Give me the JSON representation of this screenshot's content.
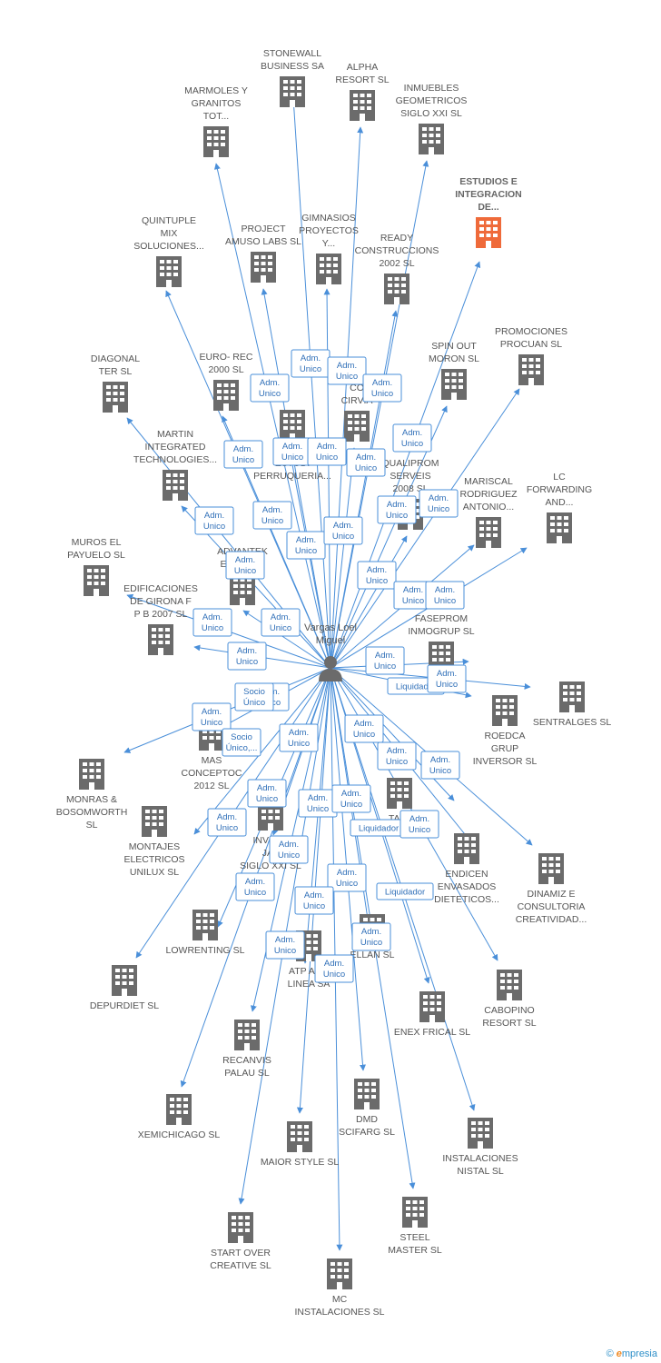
{
  "center": {
    "name_lines": [
      "Vargas Loel",
      "Miguel"
    ]
  },
  "colors": {
    "edge": "#4a8fd9",
    "building": "#6b6b6b",
    "focus_building": "#ef6a3a"
  },
  "nodes": [
    {
      "id": "stonewall",
      "lines": [
        "STONEWALL",
        "BUSINESS SA"
      ]
    },
    {
      "id": "alpha",
      "lines": [
        "ALPHA",
        "RESORT SL"
      ]
    },
    {
      "id": "marmoles",
      "lines": [
        "MARMOLES Y",
        "GRANITOS",
        "TOT..."
      ]
    },
    {
      "id": "inmuebles",
      "lines": [
        "INMUEBLES",
        "GEOMETRICOS",
        "SIGLO XXI SL"
      ]
    },
    {
      "id": "estudios",
      "lines": [
        "ESTUDIOS E",
        "INTEGRACION",
        "DE..."
      ],
      "focus": true
    },
    {
      "id": "quintuple",
      "lines": [
        "QUINTUPLE",
        "MIX",
        "SOLUCIONES..."
      ]
    },
    {
      "id": "project",
      "lines": [
        "PROJECT",
        "AMUSO LABS SL"
      ]
    },
    {
      "id": "gimnasios",
      "lines": [
        "GIMNASIOS",
        "PROYECTOS",
        "Y..."
      ]
    },
    {
      "id": "ready",
      "lines": [
        "READY",
        "CONSTRUCCIONS",
        "2002 SL"
      ]
    },
    {
      "id": "spinout",
      "lines": [
        "SPIN OUT",
        "MORON SL"
      ]
    },
    {
      "id": "promociones",
      "lines": [
        "PROMOCIONES",
        "PROCUAN SL"
      ]
    },
    {
      "id": "diagonal",
      "lines": [
        "DIAGONAL",
        "TER SL"
      ]
    },
    {
      "id": "euro",
      "lines": [
        "EURO- REC",
        "2000  SL"
      ]
    },
    {
      "id": "ls",
      "lines": [
        "LS",
        "ESTUDI",
        "PERRUQUERIA..."
      ]
    },
    {
      "id": "cirvia",
      "lines": [
        "CO",
        "CIRVIA"
      ]
    },
    {
      "id": "qualiprom",
      "lines": [
        "QUALIPROM",
        "SERVEIS",
        "2008 SL"
      ]
    },
    {
      "id": "martin",
      "lines": [
        "MARTIN",
        "INTEGRATED",
        "TECHNOLOGIES..."
      ]
    },
    {
      "id": "mariscal",
      "lines": [
        "MARISCAL",
        "RODRIGUEZ",
        "ANTONIO..."
      ]
    },
    {
      "id": "lc",
      "lines": [
        "LC",
        "FORWARDING",
        "AND..."
      ]
    },
    {
      "id": "muros",
      "lines": [
        "MUROS EL",
        "PAYUELO  SL"
      ]
    },
    {
      "id": "advantek",
      "lines": [
        "ADVANTEK",
        "ENVIR         SA"
      ]
    },
    {
      "id": "edificaciones",
      "lines": [
        "EDIFICACIONES",
        "DE GIRONA F",
        "P B 2007 SL"
      ]
    },
    {
      "id": "faseprom",
      "lines": [
        "FASEPROM",
        "INMOGRUP SL"
      ]
    },
    {
      "id": "sentralges",
      "lines": [
        "SENTRALGES SL"
      ]
    },
    {
      "id": "roedca",
      "lines": [
        "ROEDCA",
        "GRUP",
        "INVERSOR  SL"
      ]
    },
    {
      "id": "masconceptoc",
      "lines": [
        "MAS",
        "CONCEPTOC",
        "2012 SL"
      ]
    },
    {
      "id": "monras",
      "lines": [
        "MONRAS &",
        "BOSOMWORTH",
        "SL"
      ]
    },
    {
      "id": "montajes",
      "lines": [
        "MONTAJES",
        "ELECTRICOS",
        "UNILUX SL"
      ]
    },
    {
      "id": "invers",
      "lines": [
        "INVERS",
        "JAV",
        "SIGLO XXI SL"
      ]
    },
    {
      "id": "talleres",
      "lines": [
        "TALL"
      ]
    },
    {
      "id": "endicen",
      "lines": [
        "ENDICEN",
        "ENVASADOS",
        "DIETETICOS..."
      ]
    },
    {
      "id": "dinamiz",
      "lines": [
        "DINAMIZ E",
        "CONSULTORIA",
        "CREATIVIDAD..."
      ]
    },
    {
      "id": "lowrenting",
      "lines": [
        "LOWRENTING SL"
      ]
    },
    {
      "id": "depurdiet",
      "lines": [
        "DEPURDIET SL"
      ]
    },
    {
      "id": "atp",
      "lines": [
        "ATP AND",
        "LINEA SA"
      ]
    },
    {
      "id": "ellan",
      "lines": [
        "ELLAN  SL"
      ]
    },
    {
      "id": "cabopino",
      "lines": [
        "CABOPINO",
        "RESORT SL"
      ]
    },
    {
      "id": "enex",
      "lines": [
        "ENEX FRICAL SL"
      ]
    },
    {
      "id": "recanvis",
      "lines": [
        "RECANVIS",
        "PALAU SL"
      ]
    },
    {
      "id": "xemichicago",
      "lines": [
        "XEMICHICAGO SL"
      ]
    },
    {
      "id": "dmd",
      "lines": [
        "DMD",
        "SCIFARG SL"
      ]
    },
    {
      "id": "maiorstyle",
      "lines": [
        "MAIOR STYLE SL"
      ]
    },
    {
      "id": "instalacionesnistal",
      "lines": [
        "INSTALACIONES",
        "NISTAL SL"
      ]
    },
    {
      "id": "steelmaster",
      "lines": [
        "STEEL",
        "MASTER SL"
      ]
    },
    {
      "id": "startover",
      "lines": [
        "START OVER",
        "CREATIVE SL"
      ]
    },
    {
      "id": "mc",
      "lines": [
        "MC",
        "INSTALACIONES SL"
      ]
    }
  ],
  "badges": [
    {
      "lines": [
        "Adm.",
        "Unico"
      ]
    },
    {
      "lines": [
        "Adm.",
        "Unico"
      ]
    },
    {
      "lines": [
        "Adm.",
        "Unico"
      ]
    },
    {
      "lines": [
        "Adm.",
        "Unico"
      ]
    },
    {
      "lines": [
        "Adm.",
        "Unico"
      ]
    },
    {
      "lines": [
        "Adm.",
        "Unico"
      ]
    },
    {
      "lines": [
        "Adm.",
        "Unico"
      ]
    },
    {
      "lines": [
        "Adm.",
        "Unico"
      ]
    },
    {
      "lines": [
        "Adm.",
        "Unico"
      ]
    },
    {
      "lines": [
        "Adm.",
        "Unico"
      ]
    },
    {
      "lines": [
        "Adm.",
        "Unico"
      ]
    },
    {
      "lines": [
        "Adm.",
        "Unico"
      ]
    },
    {
      "lines": [
        "Adm.",
        "Unico"
      ]
    },
    {
      "lines": [
        "Adm.",
        "Unico"
      ]
    },
    {
      "lines": [
        "Adm.",
        "Unico"
      ]
    },
    {
      "lines": [
        "Adm.",
        "Unico"
      ]
    },
    {
      "lines": [
        "Adm.",
        "Unico"
      ]
    },
    {
      "lines": [
        "Adm.",
        "Unico"
      ]
    },
    {
      "lines": [
        "Adm.",
        "Unico"
      ]
    },
    {
      "lines": [
        "Adm.",
        "Unico"
      ]
    },
    {
      "lines": [
        "Adm.",
        "Unico"
      ]
    },
    {
      "lines": [
        "Adm.",
        "Unico"
      ]
    },
    {
      "lines": [
        "Adm.",
        "Unico"
      ]
    },
    {
      "lines": [
        "Liquidador"
      ]
    },
    {
      "lines": [
        "Adm.",
        "Unico"
      ]
    },
    {
      "lines": [
        "Adm.",
        "Unico"
      ]
    },
    {
      "lines": [
        "Socio",
        "Único"
      ]
    },
    {
      "lines": [
        "Adm.",
        "Unico"
      ]
    },
    {
      "lines": [
        "Socio",
        "Único,..."
      ]
    },
    {
      "lines": [
        "Adm.",
        "Unico"
      ]
    },
    {
      "lines": [
        "Adm.",
        "Unico"
      ]
    },
    {
      "lines": [
        "Adm.",
        "Unico"
      ]
    },
    {
      "lines": [
        "Adm.",
        "Unico"
      ]
    },
    {
      "lines": [
        "Adm.",
        "Unico"
      ]
    },
    {
      "lines": [
        "Adm.",
        "Unico"
      ]
    },
    {
      "lines": [
        "Adm.",
        "Unico"
      ]
    },
    {
      "lines": [
        "Adm.",
        "Unico"
      ]
    },
    {
      "lines": [
        "Liquidador"
      ]
    },
    {
      "lines": [
        "Adm.",
        "Unico"
      ]
    },
    {
      "lines": [
        "Adm.",
        "Unico"
      ]
    },
    {
      "lines": [
        "Adm.",
        "Unico"
      ]
    },
    {
      "lines": [
        "Adm.",
        "Unico"
      ]
    },
    {
      "lines": [
        "Liquidador"
      ]
    },
    {
      "lines": [
        "Adm.",
        "Unico"
      ]
    },
    {
      "lines": [
        "Adm.",
        "Unico"
      ]
    },
    {
      "lines": [
        "Adm.",
        "Unico"
      ]
    },
    {
      "lines": [
        "Adm.",
        "Unico"
      ]
    },
    {
      "lines": [
        "Adm.",
        "Unico"
      ]
    }
  ],
  "footer": {
    "copyright": "©",
    "brand_initial": "e",
    "brand_rest": "mpresia"
  }
}
